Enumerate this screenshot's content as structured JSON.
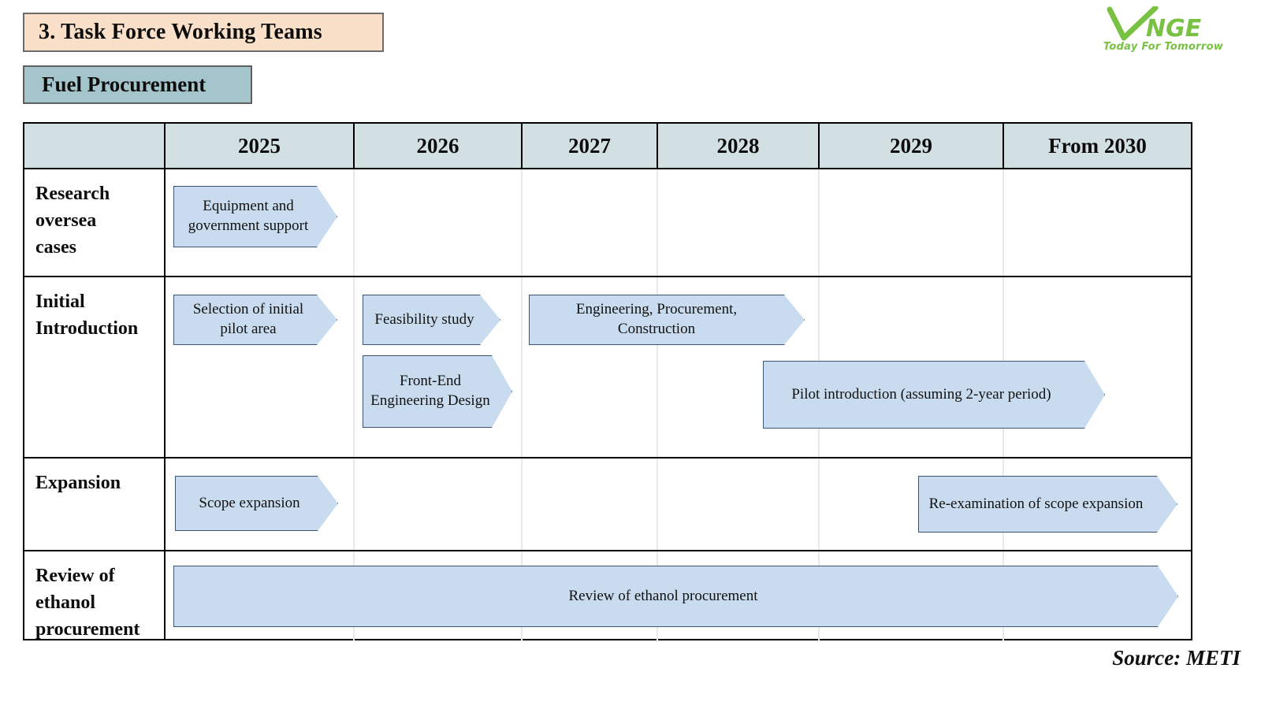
{
  "section": {
    "title": "3. Task Force Working Teams",
    "team": "Fuel Procurement"
  },
  "logo": {
    "name": "NGE",
    "tagline": "Today For Tomorrow",
    "color": "#79c143"
  },
  "source": "Source: METI",
  "colors": {
    "title_bg": "#fae0c8",
    "team_bg": "#a5c5cc",
    "header_bg": "#d3e0e3",
    "chevron_fill": "#c9dcef",
    "chevron_stroke": "#3c556e",
    "gridline": "#e8e8e8"
  },
  "chart_data": {
    "type": "table",
    "title": "Fuel Procurement",
    "columns": [
      "",
      "2025",
      "2026",
      "2027",
      "2028",
      "2029",
      "From 2030"
    ],
    "rows": [
      {
        "label": "Research\noversea\ncases",
        "tasks": [
          {
            "text": "Equipment and government support",
            "start": "2025",
            "end": "2025"
          }
        ]
      },
      {
        "label": "Initial\nIntroduction",
        "tasks": [
          {
            "text": "Selection of\ninitial pilot area",
            "start": "2025",
            "end": "2025"
          },
          {
            "text": "Feasibility\nstudy",
            "start": "2026",
            "end": "2026"
          },
          {
            "text": "Engineering, Procurement,\nConstruction",
            "start": "2027",
            "end": "2028"
          },
          {
            "text": "Front-End\nEngineering\nDesign",
            "start": "2026",
            "end": "2026"
          },
          {
            "text": "Pilot introduction\n(assuming 2-year period)",
            "start": "2029",
            "end": "From 2030"
          }
        ]
      },
      {
        "label": "Expansion",
        "tasks": [
          {
            "text": "Scope expansion",
            "start": "2025",
            "end": "2025"
          },
          {
            "text": "Re-examination of\nscope  expansion",
            "start": "2029",
            "end": "From 2030"
          }
        ]
      },
      {
        "label": "Review of\nethanol\nprocurement",
        "tasks": [
          {
            "text": "Review of ethanol procurement",
            "start": "2025",
            "end": "From 2030"
          }
        ]
      }
    ]
  },
  "bars": {
    "equipment_support": "Equipment and government support",
    "selection_pilot": "Selection of initial pilot area",
    "feasibility": "Feasibility study",
    "epc": "Engineering, Procurement, Construction",
    "feed": "Front-End Engineering Design",
    "pilot_intro": "Pilot introduction (assuming 2-year period)",
    "scope_expansion": "Scope expansion",
    "reexamination": "Re-examination of scope  expansion",
    "review_ethanol": "Review of ethanol procurement"
  },
  "headers": {
    "blank": "",
    "y2025": "2025",
    "y2026": "2026",
    "y2027": "2027",
    "y2028": "2028",
    "y2029": "2029",
    "y2030": "From 2030"
  },
  "rowlabels": {
    "research": "Research oversea cases",
    "initial": "Initial Introduction",
    "expansion": "Expansion",
    "review": "Review of ethanol procurement"
  }
}
